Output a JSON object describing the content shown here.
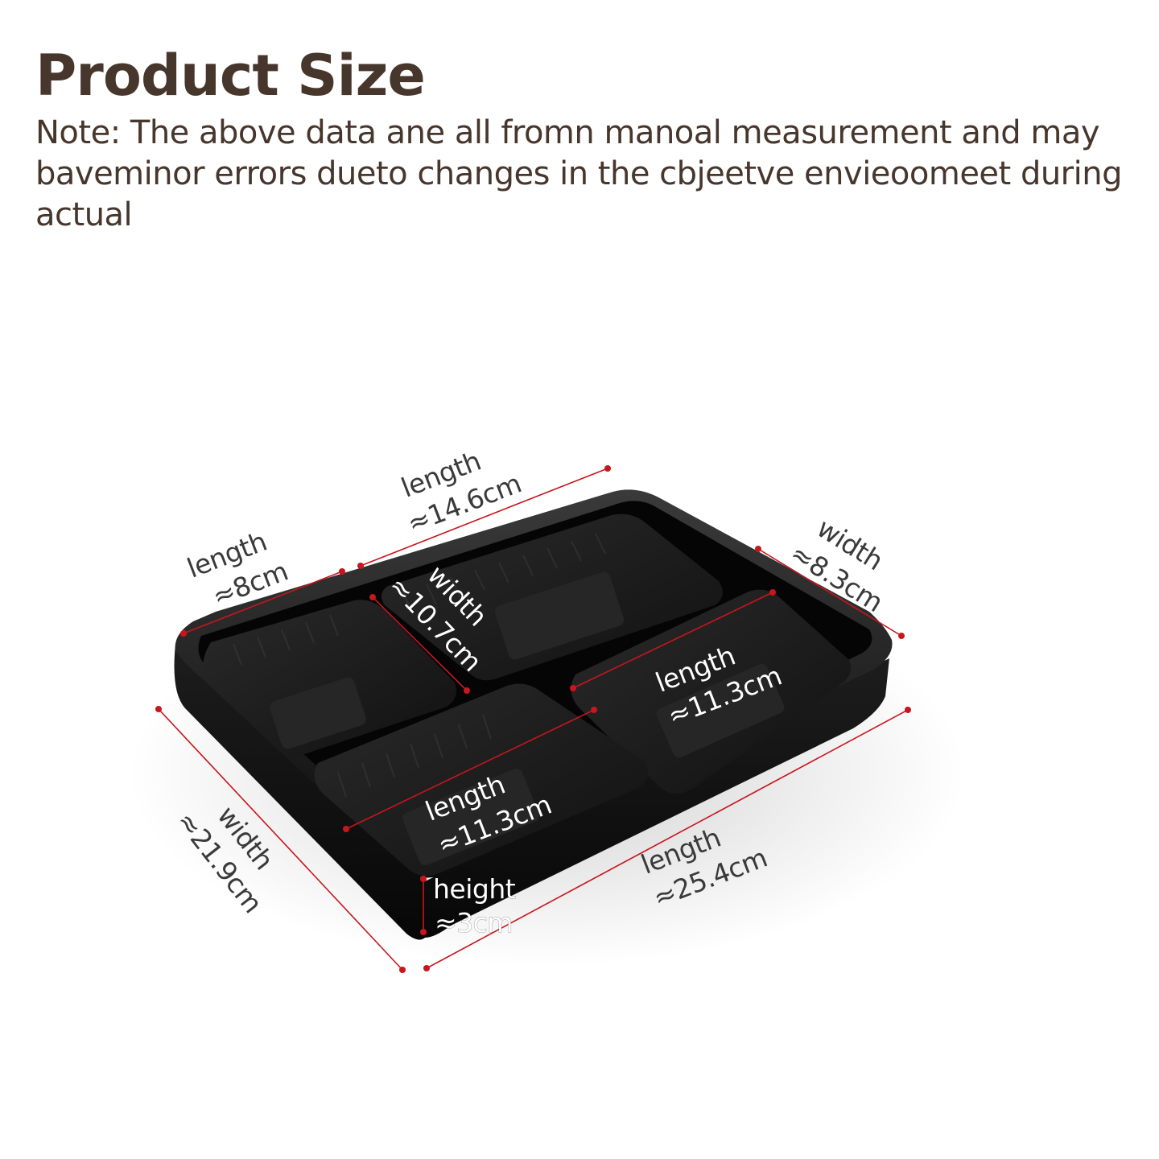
{
  "header": {
    "title": "Product Size",
    "note": "Note: The above data ane all fromn manoal measurement and may baveminor errors dueto changes in the cbjeetve envieoomeet during actual"
  },
  "dimensions": {
    "top_length": {
      "label": "length",
      "value": "≈14.6cm"
    },
    "left_length": {
      "label": "length",
      "value": "≈8cm"
    },
    "right_width": {
      "label": "width",
      "value": "≈8.3cm"
    },
    "inner_width": {
      "label": "width",
      "value": "≈10.7cm"
    },
    "right_inner_length": {
      "label": "length",
      "value": "≈11.3cm"
    },
    "front_inner_length": {
      "label": "length",
      "value": "≈11.3cm"
    },
    "outer_width": {
      "label": "width",
      "value": "≈21.9cm"
    },
    "outer_length": {
      "label": "length",
      "value": "≈25.4cm"
    },
    "height": {
      "label": "height",
      "value": "≈3cm"
    }
  },
  "colors": {
    "text": "#47362c",
    "dimension_line": "#c8161d",
    "tray": "#141414"
  }
}
